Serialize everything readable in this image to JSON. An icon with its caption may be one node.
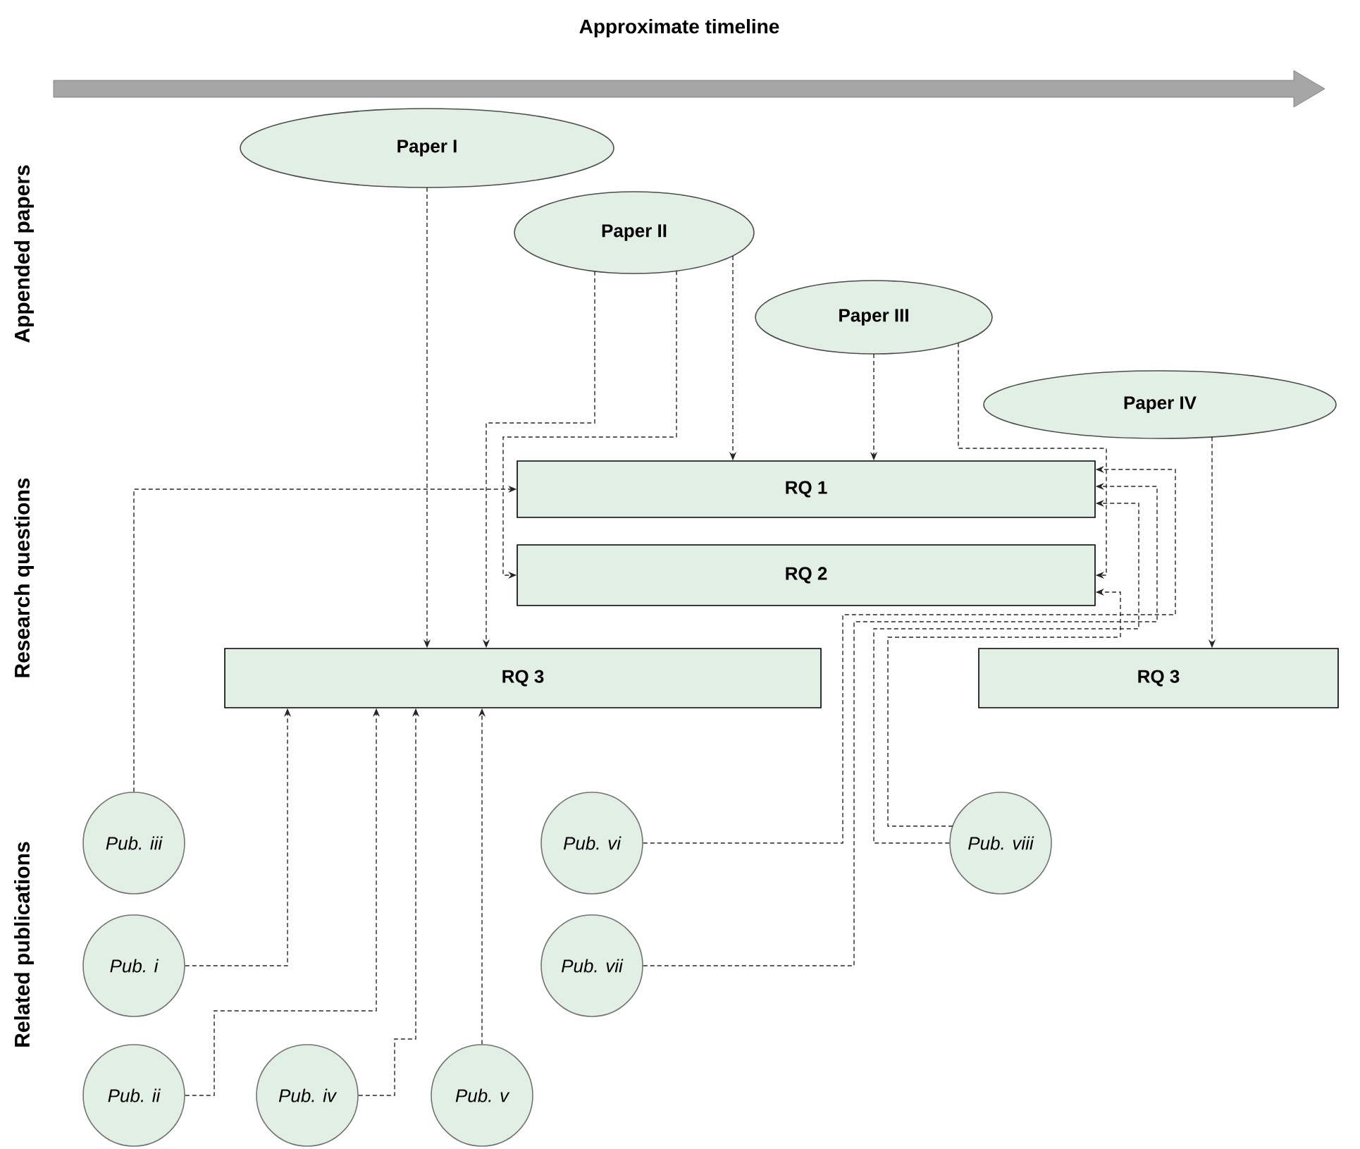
{
  "diagram": {
    "nodes": [
      {
        "text": [
          "Paper I"
        ]
      },
      {
        "text": [
          "Paper II"
        ]
      },
      {
        "text": [
          "Paper III"
        ]
      },
      {
        "text": [
          "Paper IV"
        ]
      },
      {
        "text": [
          "RQ 1"
        ]
      },
      {
        "text": [
          "RQ 2"
        ]
      },
      {
        "text": [
          "RQ 3"
        ]
      },
      {
        "text": [
          "RQ 3"
        ]
      },
      {
        "text": [
          "Pub. iii"
        ]
      },
      {
        "text": [
          "Pub. vi"
        ]
      },
      {
        "text": [
          "Pub. viii"
        ]
      },
      {
        "text": [
          "Pub. i"
        ]
      },
      {
        "text": [
          "Pub. vii"
        ]
      },
      {
        "text": [
          "Pub. ii"
        ]
      },
      {
        "text": [
          "Pub. iv"
        ]
      },
      {
        "text": [
          "Pub. v"
        ]
      }
    ],
    "edges": [
      {
        "from": 0,
        "to": 6,
        "arrow": "to",
        "style": "dashed"
      },
      {
        "from": 1,
        "to": 6,
        "arrow": "to",
        "style": "dashed"
      },
      {
        "from": 1,
        "to": 5,
        "arrow": "to",
        "style": "dashed"
      },
      {
        "from": 1,
        "to": 4,
        "arrow": "to",
        "style": "dashed"
      },
      {
        "from": 2,
        "to": 5,
        "arrow": "to",
        "style": "dashed"
      },
      {
        "from": 2,
        "to": 4,
        "arrow": "to",
        "style": "dashed"
      },
      {
        "from": 3,
        "to": 7,
        "arrow": "to",
        "style": "dashed"
      },
      {
        "from": 8,
        "to": 4,
        "arrow": "to",
        "style": "dashed"
      },
      {
        "from": 9,
        "to": 4,
        "arrow": "to",
        "style": "dashed"
      },
      {
        "from": 10,
        "to": 4,
        "arrow": "to",
        "style": "dashed"
      },
      {
        "from": 10,
        "to": 5,
        "arrow": "to",
        "style": "dashed"
      },
      {
        "from": 11,
        "to": 6,
        "arrow": "to",
        "style": "dashed"
      },
      {
        "from": 12,
        "to": 4,
        "arrow": "to",
        "style": "dashed"
      },
      {
        "from": 13,
        "to": 6,
        "arrow": "to",
        "style": "dashed"
      },
      {
        "from": 14,
        "to": 6,
        "arrow": "to",
        "style": "dashed"
      },
      {
        "from": 15,
        "to": 6,
        "arrow": "to",
        "style": "dashed"
      }
    ],
    "labels": [
      "Approximate timeline",
      "Appended papers",
      "Research questions",
      "Related publications"
    ]
  }
}
